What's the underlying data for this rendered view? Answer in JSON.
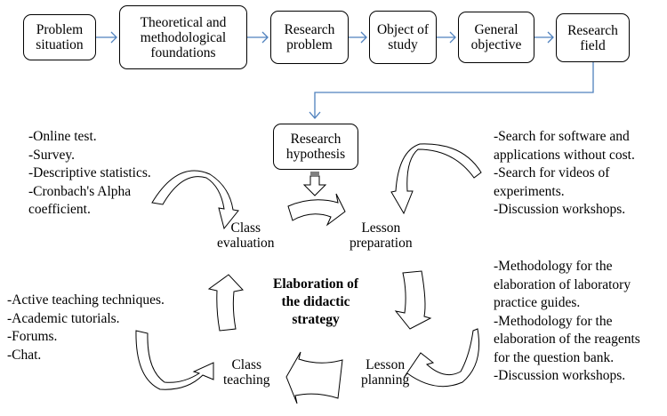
{
  "flow": {
    "boxes": [
      {
        "id": "problem-situation",
        "label": "Problem\nsituation"
      },
      {
        "id": "foundations",
        "label": "Theoretical and\nmethodological\nfoundations"
      },
      {
        "id": "research-problem",
        "label": "Research\nproblem"
      },
      {
        "id": "object-of-study",
        "label": "Object of\nstudy"
      },
      {
        "id": "general-objective",
        "label": "General\nobjective"
      },
      {
        "id": "research-field",
        "label": "Research\nfield"
      }
    ],
    "hypothesis": "Research\nhypothesis",
    "connector_color": "#4f81bd"
  },
  "cycle": {
    "center_title": "Elaboration of\nthe didactic\nstrategy",
    "stages": {
      "class_evaluation": "Class\nevaluation",
      "lesson_preparation": "Lesson\npreparation",
      "lesson_planning": "Lesson\nplanning",
      "class_teaching": "Class\nteaching"
    },
    "notes": {
      "evaluation": "-Online test.\n-Survey.\n-Descriptive statistics.\n-Cronbach's Alpha\ncoefficient.",
      "preparation": "-Search for software and\napplications without cost.\n-Search for videos of\nexperiments.\n-Discussion workshops.",
      "planning": "-Methodology for the\nelaboration of laboratory\npractice guides.\n-Methodology for the\nelaboration of the reagents\nfor the question bank.\n-Discussion workshops.",
      "teaching": "-Active teaching techniques.\n-Academic tutorials.\n-Forums.\n-Chat."
    }
  }
}
